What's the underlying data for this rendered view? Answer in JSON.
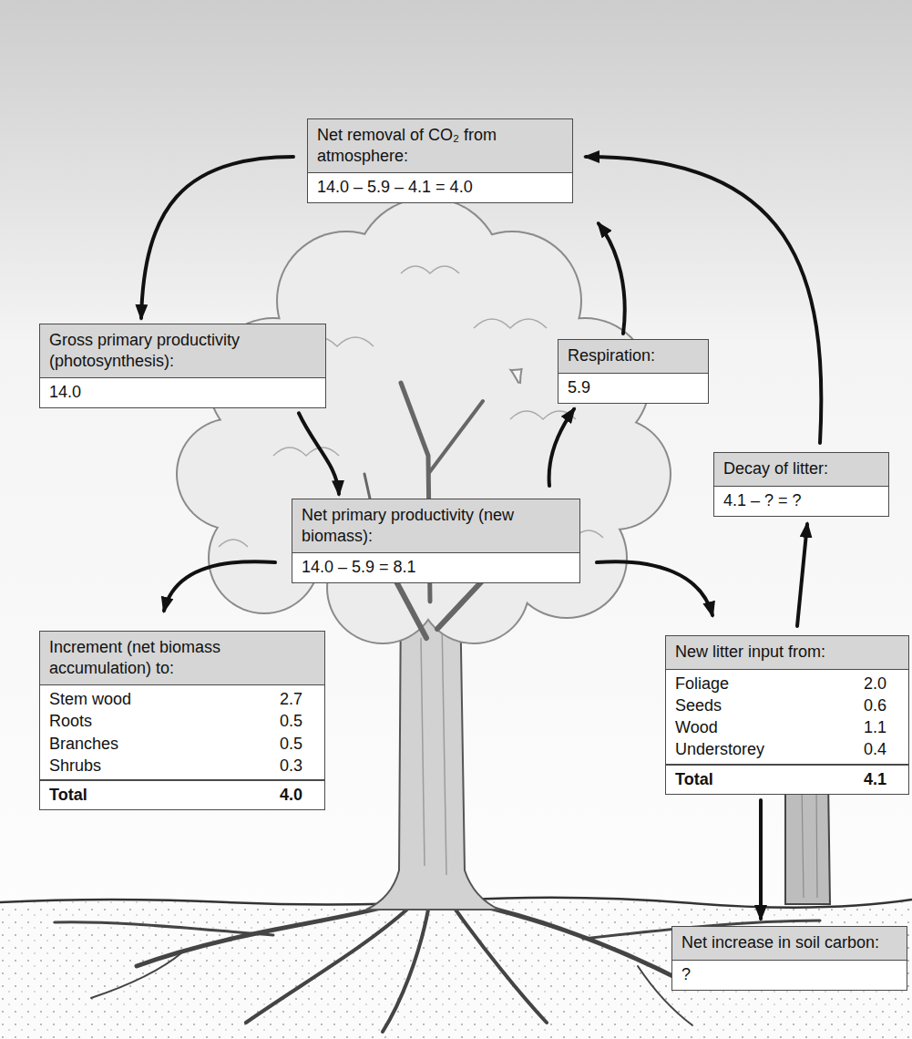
{
  "diagram": {
    "nodes": [
      {
        "text": [
          "Net removal of CO₂ from atmosphere:",
          "14.0 – 5.9 – 4.1 = 4.0"
        ]
      },
      {
        "text": [
          "Gross primary productivity (photosynthesis):",
          "14.0"
        ]
      },
      {
        "text": [
          "Respiration:",
          "5.9"
        ]
      },
      {
        "text": [
          "Decay of litter:",
          "4.1 – ? = ?"
        ]
      },
      {
        "text": [
          "Net primary productivity (new biomass):",
          "14.0 – 5.9 = 8.1"
        ]
      },
      {
        "text": [
          "Increment (net biomass accumulation) to:",
          "Stem wood",
          "2.7",
          "Roots",
          "0.5",
          "Branches",
          "0.5",
          "Shrubs",
          "0.3",
          "Total",
          "4.0"
        ]
      },
      {
        "text": [
          "New litter input from:",
          "Foliage",
          "2.0",
          "Seeds",
          "0.6",
          "Wood",
          "1.1",
          "Understorey",
          "0.4",
          "Total",
          "4.1"
        ]
      },
      {
        "text": [
          "Net increase in soil carbon:",
          "?"
        ]
      }
    ],
    "edges": [
      {
        "from": 0,
        "to": 1,
        "arrow": "to"
      },
      {
        "from": 1,
        "to": 4,
        "arrow": "to"
      },
      {
        "from": 4,
        "to": 2,
        "arrow": "to"
      },
      {
        "from": 2,
        "to": 0,
        "arrow": "to"
      },
      {
        "from": 3,
        "to": 0,
        "arrow": "to"
      },
      {
        "from": 4,
        "to": 5,
        "arrow": "to"
      },
      {
        "from": 4,
        "to": 6,
        "arrow": "to"
      },
      {
        "from": 6,
        "to": 3,
        "arrow": "to"
      },
      {
        "from": 6,
        "to": 7,
        "arrow": "to"
      }
    ]
  }
}
